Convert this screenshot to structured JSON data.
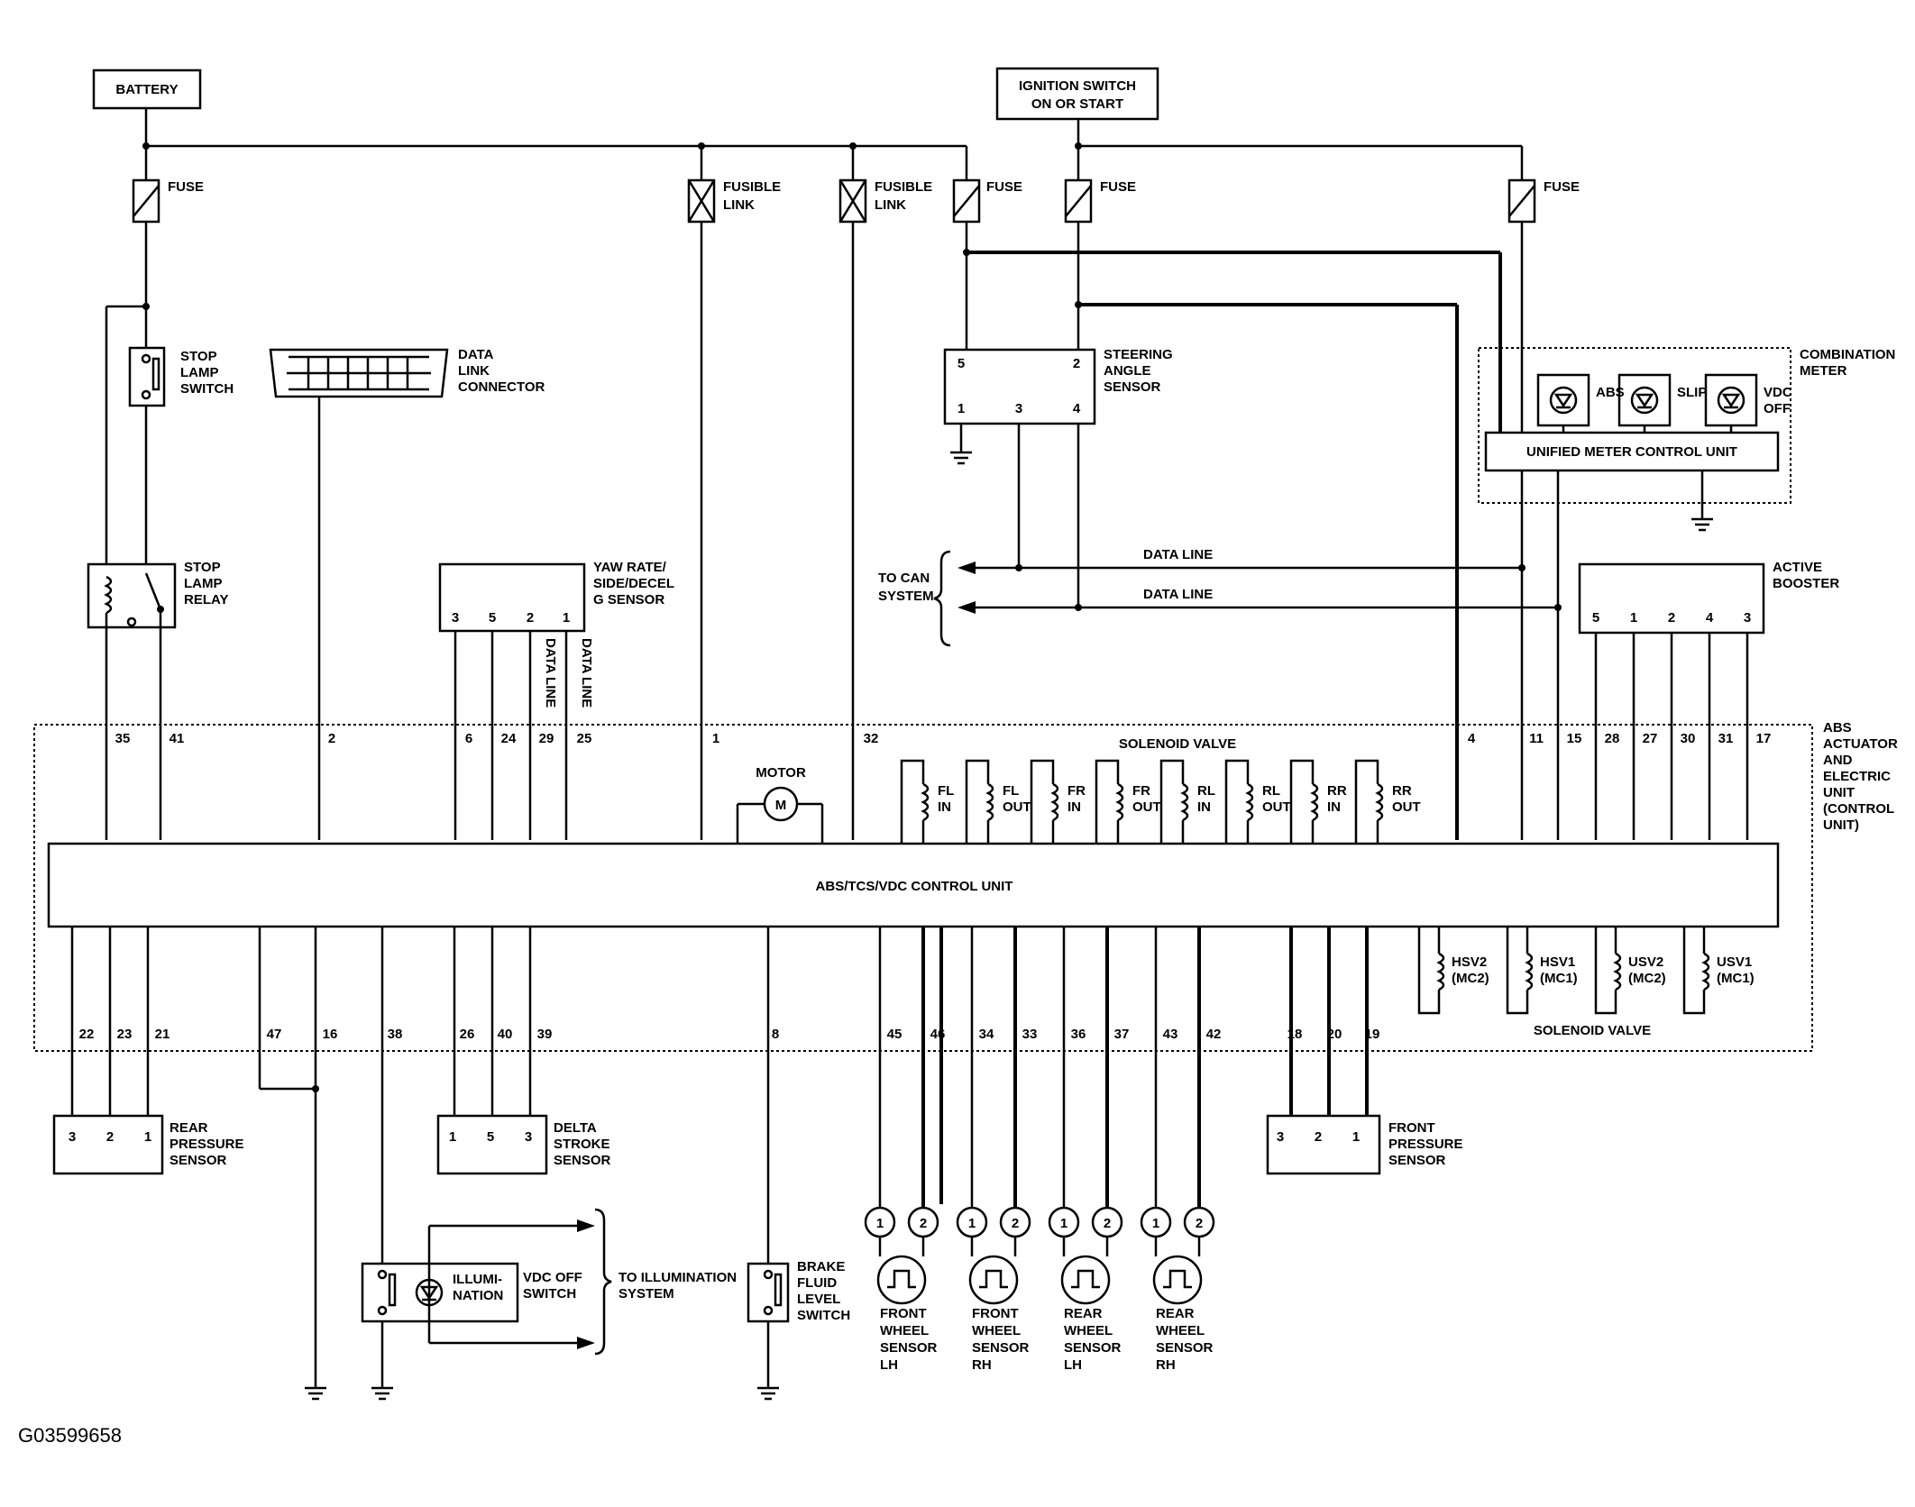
{
  "components": {
    "battery": "BATTERY",
    "ignition_line1": "IGNITION SWITCH",
    "ignition_line2": "ON OR START",
    "fuse": "FUSE",
    "fusible_link_1": "FUSIBLE",
    "fusible_link_2": "LINK",
    "stop_lamp_switch": [
      "STOP",
      "LAMP",
      "SWITCH"
    ],
    "data_link_connector": [
      "DATA",
      "LINK",
      "CONNECTOR"
    ],
    "stop_lamp_relay": [
      "STOP",
      "LAMP",
      "RELAY"
    ],
    "yaw_rate_sensor": [
      "YAW RATE/",
      "SIDE/DECEL",
      "G SENSOR"
    ],
    "steering_angle_sensor": [
      "STEERING",
      "ANGLE",
      "SENSOR"
    ],
    "to_can_system": [
      "TO CAN",
      "SYSTEM"
    ],
    "data_line": "DATA LINE",
    "combination_meter": [
      "COMBINATION",
      "METER"
    ],
    "meter_abs": "ABS",
    "meter_slip": "SLIP",
    "meter_vdc_off": [
      "VDC",
      "OFF"
    ],
    "unified_meter": "UNIFIED METER CONTROL UNIT",
    "active_booster": [
      "ACTIVE",
      "BOOSTER"
    ],
    "abs_actuator": [
      "ABS",
      "ACTUATOR",
      "AND",
      "ELECTRIC",
      "UNIT",
      "(CONTROL",
      "UNIT)"
    ],
    "motor": "MOTOR",
    "motor_symbol": "M",
    "solenoid_valve": "SOLENOID VALVE",
    "control_unit": "ABS/TCS/VDC CONTROL UNIT",
    "rear_pressure_sensor": [
      "REAR",
      "PRESSURE",
      "SENSOR"
    ],
    "delta_stroke_sensor": [
      "DELTA",
      "STROKE",
      "SENSOR"
    ],
    "front_pressure_sensor": [
      "FRONT",
      "PRESSURE",
      "SENSOR"
    ],
    "illumination": [
      "ILLUMI-",
      "NATION"
    ],
    "vdc_off_switch": [
      "VDC OFF",
      "SWITCH"
    ],
    "to_illumination": [
      "TO ILLUMINATION",
      "SYSTEM"
    ],
    "brake_fluid_switch": [
      "BRAKE",
      "FLUID",
      "LEVEL",
      "SWITCH"
    ],
    "front_wheel_lh": [
      "FRONT",
      "WHEEL",
      "SENSOR",
      "LH"
    ],
    "front_wheel_rh": [
      "FRONT",
      "WHEEL",
      "SENSOR",
      "RH"
    ],
    "rear_wheel_lh": [
      "REAR",
      "WHEEL",
      "SENSOR",
      "LH"
    ],
    "rear_wheel_rh": [
      "REAR",
      "WHEEL",
      "SENSOR",
      "RH"
    ]
  },
  "valves_top": [
    [
      "FL",
      "IN"
    ],
    [
      "FL",
      "OUT"
    ],
    [
      "FR",
      "IN"
    ],
    [
      "FR",
      "OUT"
    ],
    [
      "RL",
      "IN"
    ],
    [
      "RL",
      "OUT"
    ],
    [
      "RR",
      "IN"
    ],
    [
      "RR",
      "OUT"
    ]
  ],
  "valves_bottom": [
    [
      "HSV2",
      "(MC2)"
    ],
    [
      "HSV1",
      "(MC1)"
    ],
    [
      "USV2",
      "(MC2)"
    ],
    [
      "USV1",
      "(MC1)"
    ]
  ],
  "pins": {
    "steering": [
      "5",
      "2",
      "1",
      "3",
      "4"
    ],
    "yaw": [
      "3",
      "5",
      "2",
      "1"
    ],
    "active_booster": [
      "5",
      "1",
      "2",
      "4",
      "3"
    ],
    "top_row": [
      "35",
      "41",
      "2",
      "6",
      "24",
      "29",
      "25",
      "1",
      "32",
      "4",
      "11",
      "15",
      "28",
      "27",
      "30",
      "31",
      "17"
    ],
    "bottom_row": [
      "22",
      "23",
      "21",
      "47",
      "16",
      "38",
      "26",
      "40",
      "39",
      "8",
      "45",
      "46",
      "34",
      "33",
      "36",
      "37",
      "43",
      "42",
      "18",
      "20",
      "19"
    ],
    "rear_pressure": [
      "3",
      "2",
      "1"
    ],
    "delta_stroke": [
      "1",
      "5",
      "3"
    ],
    "front_pressure": [
      "3",
      "2",
      "1"
    ],
    "wheel": [
      "1",
      "2"
    ]
  },
  "figure_id": "G03599658"
}
